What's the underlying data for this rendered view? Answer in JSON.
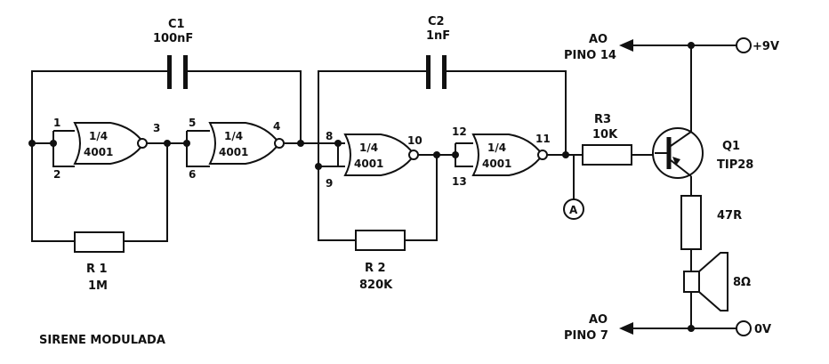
{
  "title": "SIRENE MODULADA",
  "capacitors": [
    {
      "ref": "C1",
      "value": "100nF"
    },
    {
      "ref": "C2",
      "value": "1nF"
    }
  ],
  "resistors": [
    {
      "ref": "R 1",
      "value": "1M"
    },
    {
      "ref": "R 2",
      "value": "820K"
    },
    {
      "ref": "R3",
      "value": "10K"
    },
    {
      "ref": "",
      "value": "47R"
    }
  ],
  "gates": [
    {
      "part": "1/4",
      "ic": "4001",
      "pins": [
        "1",
        "2",
        "3"
      ]
    },
    {
      "part": "1/4",
      "ic": "4001",
      "pins": [
        "5",
        "6",
        "4"
      ]
    },
    {
      "part": "1/4",
      "ic": "4001",
      "pins": [
        "8",
        "9",
        "10"
      ]
    },
    {
      "part": "1/4",
      "ic": "4001",
      "pins": [
        "12",
        "13",
        "11"
      ]
    }
  ],
  "transistor": {
    "ref": "Q1",
    "type": "TIP28"
  },
  "speaker": {
    "impedance": "8Ω"
  },
  "test_point": "A",
  "supply": {
    "positive": "+9V",
    "ground": "0V"
  },
  "connections": [
    {
      "line1": "AO",
      "line2": "PINO 14"
    },
    {
      "line1": "AO",
      "line2": "PINO 7"
    }
  ]
}
